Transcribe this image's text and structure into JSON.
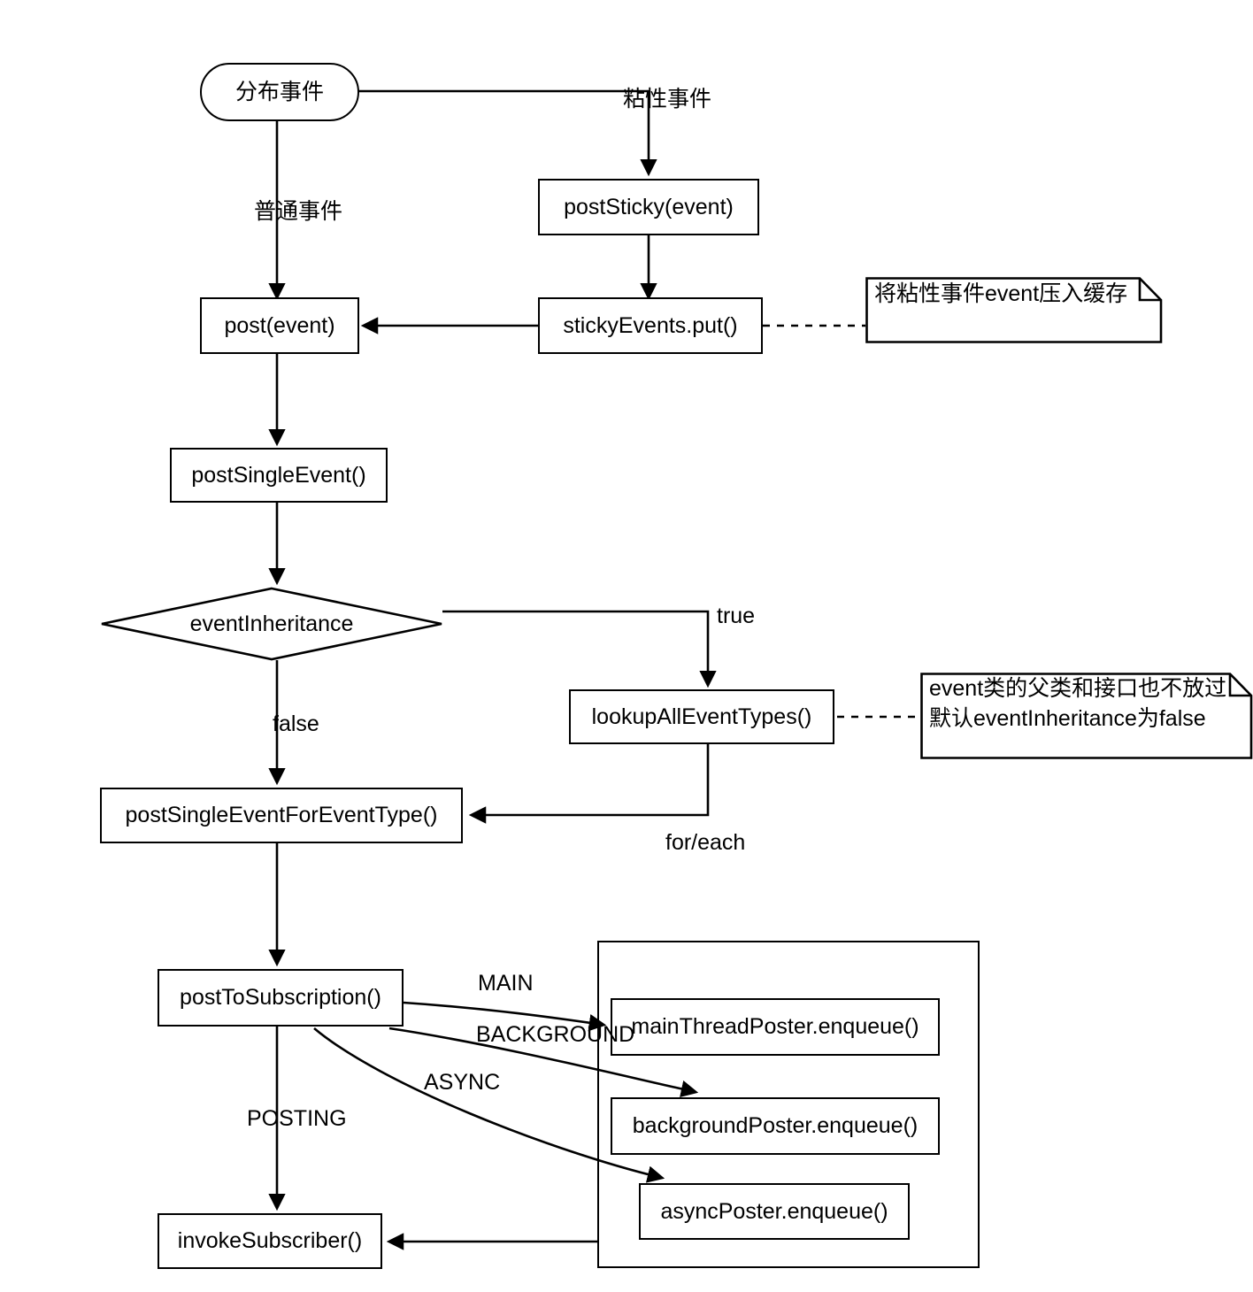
{
  "diagram": {
    "title": "EventBus post flow",
    "stroke_color": "#000000",
    "background_color": "#ffffff"
  },
  "nodes": {
    "dispatch_event": "分布事件",
    "post_sticky": "postSticky(event)",
    "sticky_events_put": "stickyEvents.put()",
    "post_event": "post(event)",
    "post_single_event": "postSingleEvent()",
    "event_inheritance": "eventInheritance",
    "lookup_all_event_types": "lookupAllEventTypes()",
    "post_single_event_for_event_type": "postSingleEventForEventType()",
    "post_to_subscription": "postToSubscription()",
    "invoke_subscriber": "invokeSubscriber()",
    "main_thread_poster": "mainThreadPoster.enqueue()",
    "background_poster": "backgroundPoster.enqueue()",
    "async_poster": "asyncPoster.enqueue()"
  },
  "notes": {
    "sticky_note": "将粘性事件event压入缓存",
    "inheritance_note_line1": "event类的父类和接口也不放过",
    "inheritance_note_line2": "默认eventInheritance为false"
  },
  "edge_labels": {
    "sticky_event": "粘性事件",
    "normal_event": "普通事件",
    "true": "true",
    "false": "false",
    "for_each": "for/each",
    "main": "MAIN",
    "background": "BACKGROUND",
    "async": "ASYNC",
    "posting": "POSTING"
  }
}
